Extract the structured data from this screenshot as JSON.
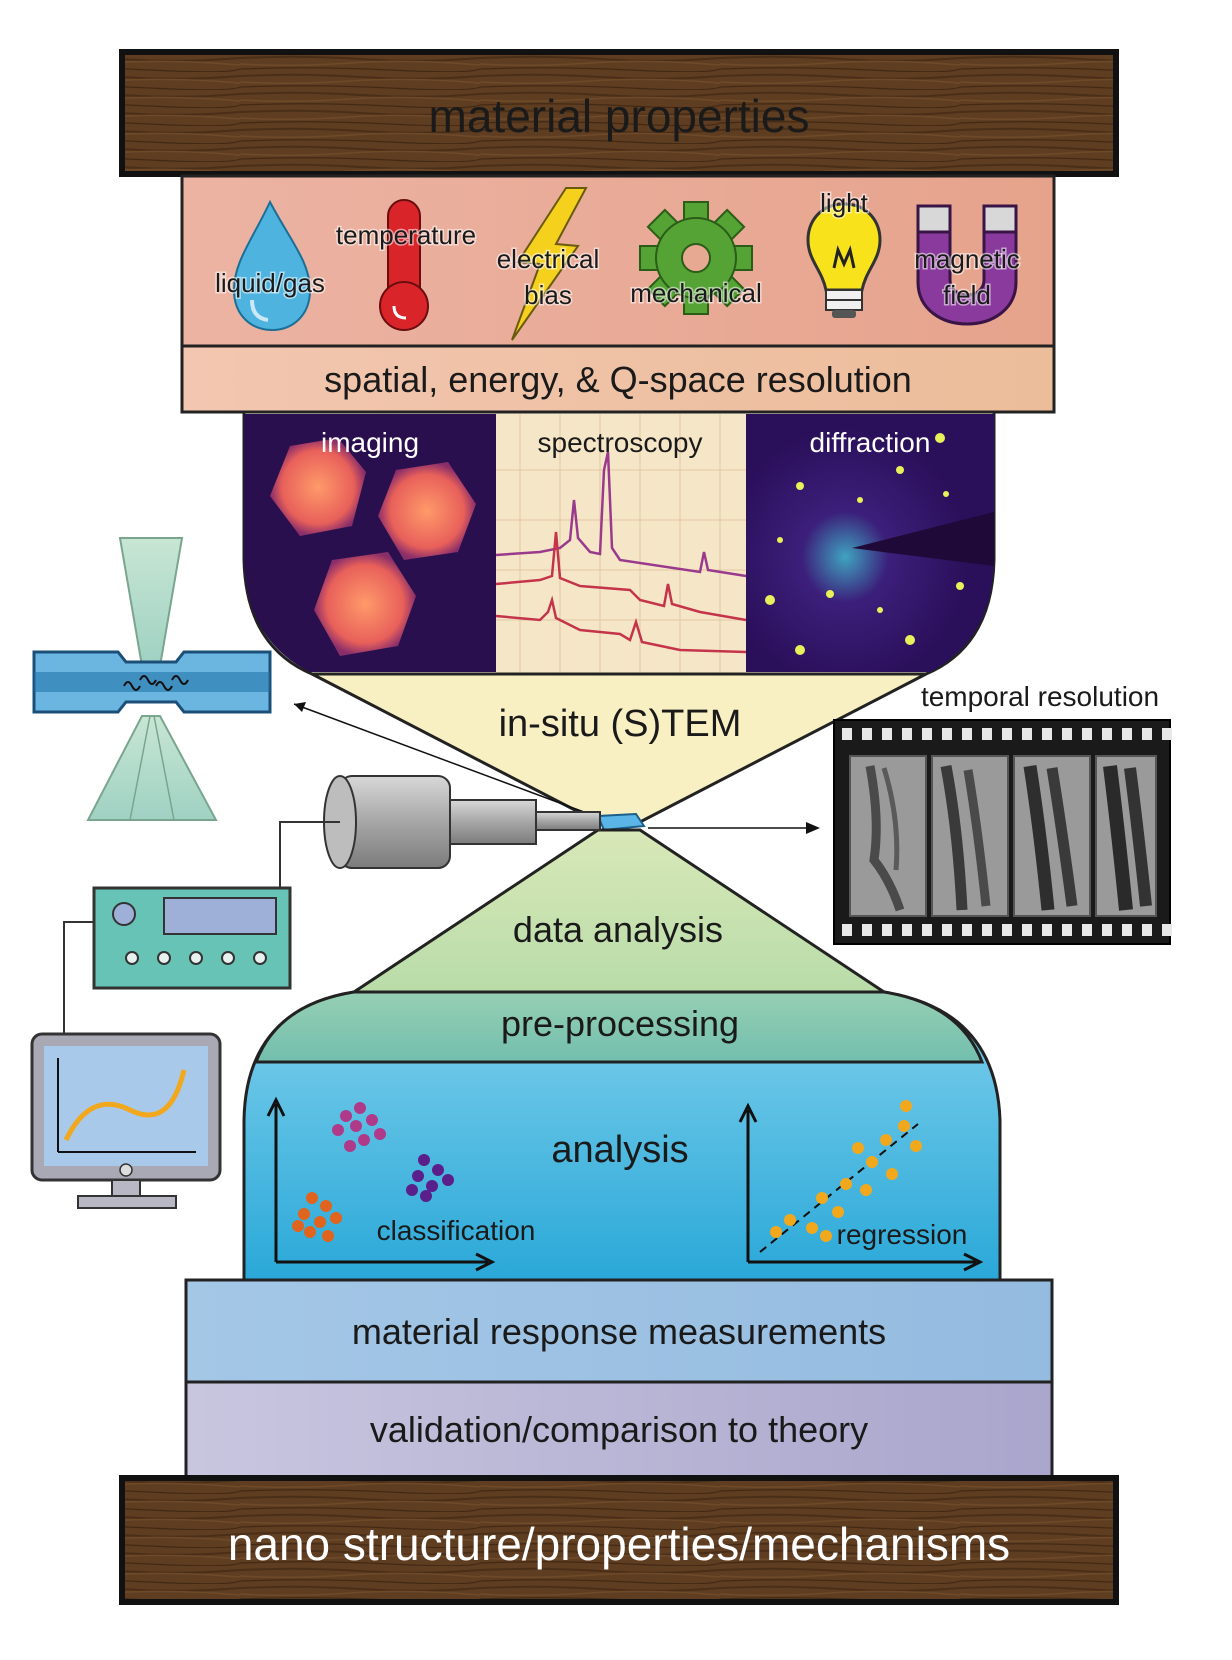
{
  "banners": {
    "top": "material properties",
    "bottom": "nano structure/properties/mechanisms"
  },
  "stimuli": {
    "items": [
      {
        "label": "liquid/gas",
        "icon": "droplet-icon"
      },
      {
        "label": "temperature",
        "icon": "thermometer-icon"
      },
      {
        "label_line1": "electrical",
        "label_line2": "bias",
        "icon": "lightning-icon"
      },
      {
        "label": "mechanical",
        "icon": "gear-icon"
      },
      {
        "label": "light",
        "icon": "lightbulb-icon"
      },
      {
        "label_line1": "magnetic",
        "label_line2": "field",
        "icon": "magnet-icon"
      }
    ]
  },
  "resolution_bar": "spatial, energy, & Q-space resolution",
  "panels": {
    "imaging": "imaging",
    "spectroscopy": "spectroscopy",
    "diffraction": "diffraction"
  },
  "stem_label": "in-situ (S)TEM",
  "temporal_label": "temporal resolution",
  "data_analysis_label": "data analysis",
  "preprocessing_label": "pre-processing",
  "analysis": {
    "title": "analysis",
    "classification": "classification",
    "regression": "regression"
  },
  "measurements_label": "material response measurements",
  "validation_label": "validation/comparison to theory",
  "colors": {
    "wood": "#5b3b1f",
    "stimuli_bg": "#e8ac98",
    "resolution_bg": "#efc4a6",
    "stem_bg": "#f7f0c0",
    "analysis_bg": "#4ab5dc",
    "preprocessing_bg": "#7ec5b0",
    "measurements_bg": "#9cc0de",
    "validation_bg": "#b5b7d6"
  }
}
